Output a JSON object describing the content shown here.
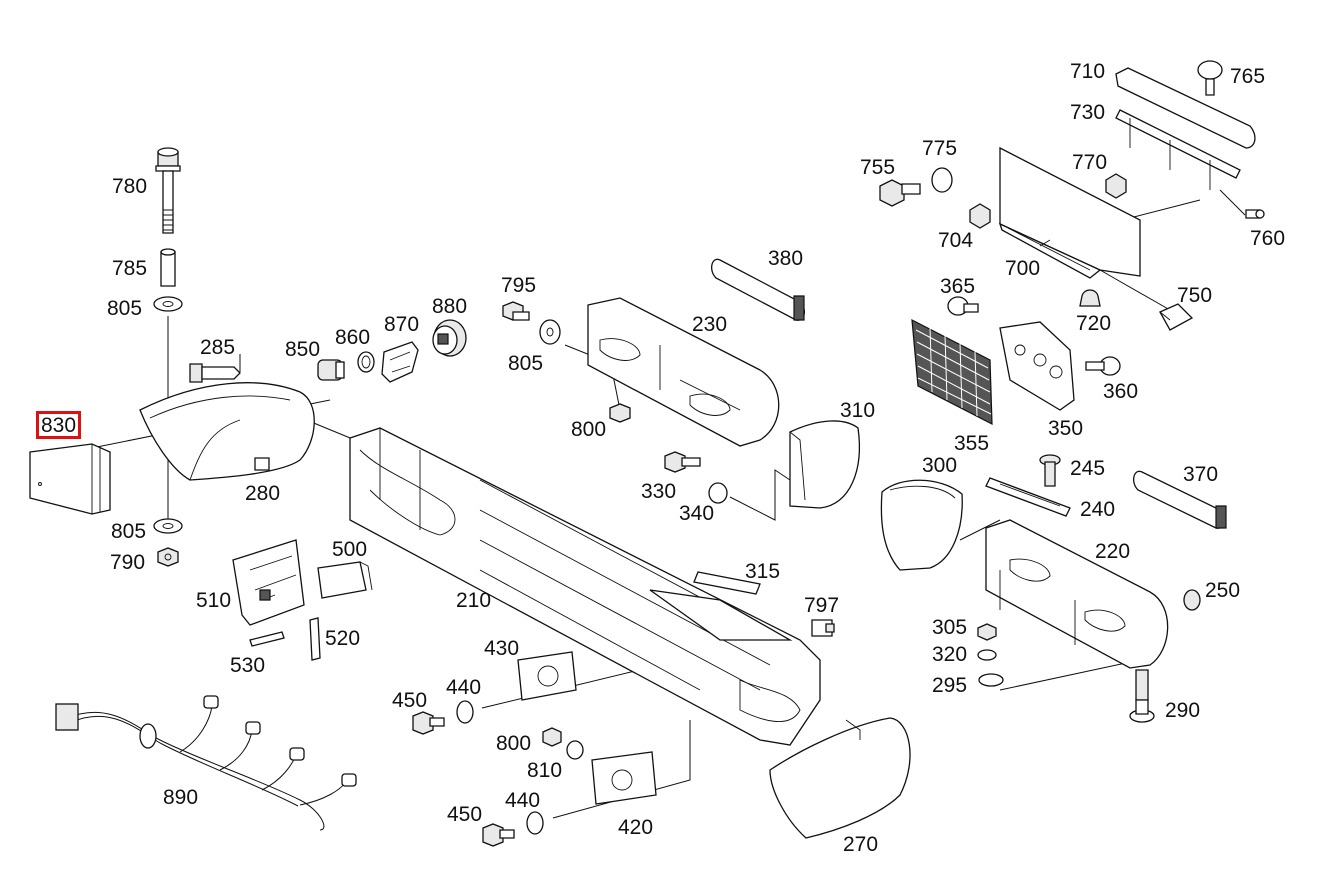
{
  "diagram": {
    "selected_part": "830",
    "accent_color": "#e01010",
    "callouts": [
      {
        "id": "710",
        "label": "710"
      },
      {
        "id": "765",
        "label": "765"
      },
      {
        "id": "730",
        "label": "730"
      },
      {
        "id": "780",
        "label": "780"
      },
      {
        "id": "755",
        "label": "755"
      },
      {
        "id": "775",
        "label": "775"
      },
      {
        "id": "770",
        "label": "770"
      },
      {
        "id": "704",
        "label": "704"
      },
      {
        "id": "760",
        "label": "760"
      },
      {
        "id": "785",
        "label": "785"
      },
      {
        "id": "380",
        "label": "380"
      },
      {
        "id": "700",
        "label": "700"
      },
      {
        "id": "805a",
        "label": "805"
      },
      {
        "id": "795",
        "label": "795"
      },
      {
        "id": "880",
        "label": "880"
      },
      {
        "id": "365",
        "label": "365"
      },
      {
        "id": "750",
        "label": "750"
      },
      {
        "id": "230",
        "label": "230"
      },
      {
        "id": "285",
        "label": "285"
      },
      {
        "id": "870",
        "label": "870"
      },
      {
        "id": "850",
        "label": "850"
      },
      {
        "id": "860",
        "label": "860"
      },
      {
        "id": "720",
        "label": "720"
      },
      {
        "id": "805b",
        "label": "805"
      },
      {
        "id": "360",
        "label": "360"
      },
      {
        "id": "310",
        "label": "310"
      },
      {
        "id": "830",
        "label": "830"
      },
      {
        "id": "800a",
        "label": "800"
      },
      {
        "id": "350",
        "label": "350"
      },
      {
        "id": "355",
        "label": "355"
      },
      {
        "id": "300",
        "label": "300"
      },
      {
        "id": "245",
        "label": "245"
      },
      {
        "id": "370",
        "label": "370"
      },
      {
        "id": "280",
        "label": "280"
      },
      {
        "id": "330",
        "label": "330"
      },
      {
        "id": "340",
        "label": "340"
      },
      {
        "id": "240",
        "label": "240"
      },
      {
        "id": "805c",
        "label": "805"
      },
      {
        "id": "500",
        "label": "500"
      },
      {
        "id": "220",
        "label": "220"
      },
      {
        "id": "790",
        "label": "790"
      },
      {
        "id": "315",
        "label": "315"
      },
      {
        "id": "510",
        "label": "510"
      },
      {
        "id": "210",
        "label": "210"
      },
      {
        "id": "250",
        "label": "250"
      },
      {
        "id": "797",
        "label": "797"
      },
      {
        "id": "305",
        "label": "305"
      },
      {
        "id": "520",
        "label": "520"
      },
      {
        "id": "430",
        "label": "430"
      },
      {
        "id": "320",
        "label": "320"
      },
      {
        "id": "530",
        "label": "530"
      },
      {
        "id": "295",
        "label": "295"
      },
      {
        "id": "440a",
        "label": "440"
      },
      {
        "id": "450a",
        "label": "450"
      },
      {
        "id": "290",
        "label": "290"
      },
      {
        "id": "800b",
        "label": "800"
      },
      {
        "id": "810",
        "label": "810"
      },
      {
        "id": "890",
        "label": "890"
      },
      {
        "id": "440b",
        "label": "440"
      },
      {
        "id": "450b",
        "label": "450"
      },
      {
        "id": "420",
        "label": "420"
      },
      {
        "id": "270",
        "label": "270"
      }
    ]
  }
}
